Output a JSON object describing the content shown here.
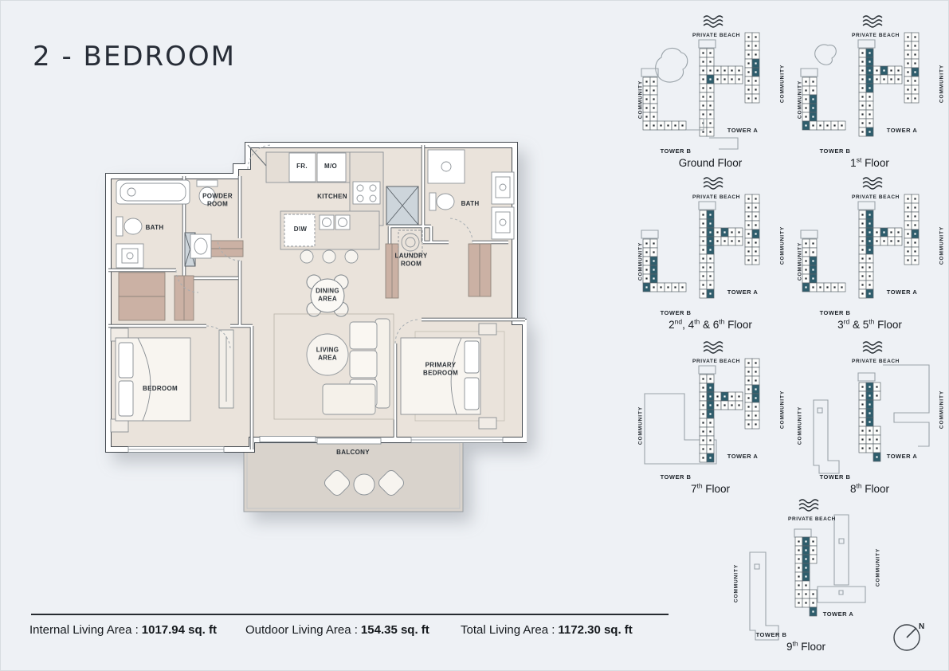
{
  "page": {
    "title": "2 - BEDROOM",
    "colors": {
      "background": "#eef1f5",
      "accent_teal": "#2e5d6c",
      "floor": "#eae3db",
      "balcony_floor": "#d9d3cc",
      "closet": "#cbb1a4",
      "wall_line": "#464c52"
    }
  },
  "floor_plan": {
    "labels": {
      "bath_left": "BATH",
      "powder_room": "POWDER\nROOM",
      "kitchen": "KITCHEN",
      "fridge": "FR.",
      "micro_oven": "M/O",
      "dishwasher": "D\\W",
      "laundry_room": "LAUNDRY\nROOM",
      "bath_right": "BATH",
      "dining_area": "DINING\nAREA",
      "living_area": "LIVING\nAREA",
      "bedroom": "BEDROOM",
      "primary_bedroom": "PRIMARY\nBEDROOM",
      "balcony": "BALCONY"
    }
  },
  "key_plans": {
    "shared_labels": {
      "private_beach": "PRIVATE BEACH",
      "community": "COMMUNITY",
      "tower_a": "TOWER A",
      "tower_b": "TOWER B"
    },
    "floors": [
      {
        "id": "ground",
        "variant": "ground",
        "label_parts": [
          {
            "t": "Ground Floor",
            "sup": false
          }
        ]
      },
      {
        "id": "first",
        "variant": "first",
        "label_parts": [
          {
            "t": "1",
            "sup": false
          },
          {
            "t": "st",
            "sup": true
          },
          {
            "t": " Floor",
            "sup": false
          }
        ]
      },
      {
        "id": "f246",
        "variant": "full",
        "label_parts": [
          {
            "t": "2",
            "sup": false
          },
          {
            "t": "nd",
            "sup": true
          },
          {
            "t": ", 4",
            "sup": false
          },
          {
            "t": "th",
            "sup": true
          },
          {
            "t": " & 6",
            "sup": false
          },
          {
            "t": "th",
            "sup": true
          },
          {
            "t": " Floor",
            "sup": false
          }
        ]
      },
      {
        "id": "f35",
        "variant": "full",
        "label_parts": [
          {
            "t": "3",
            "sup": false
          },
          {
            "t": "rd",
            "sup": true
          },
          {
            "t": " & 5",
            "sup": false
          },
          {
            "t": "th",
            "sup": true
          },
          {
            "t": " Floor",
            "sup": false
          }
        ]
      },
      {
        "id": "f7",
        "variant": "seventh",
        "label_parts": [
          {
            "t": "7",
            "sup": false
          },
          {
            "t": "th",
            "sup": true
          },
          {
            "t": " Floor",
            "sup": false
          }
        ]
      },
      {
        "id": "f8",
        "variant": "eighth",
        "label_parts": [
          {
            "t": "8",
            "sup": false
          },
          {
            "t": "th",
            "sup": true
          },
          {
            "t": " Floor",
            "sup": false
          }
        ]
      },
      {
        "id": "f9",
        "variant": "ninth",
        "label_parts": [
          {
            "t": "9",
            "sup": false
          },
          {
            "t": "th",
            "sup": true
          },
          {
            "t": " Floor",
            "sup": false
          }
        ]
      }
    ]
  },
  "summary": {
    "items": [
      {
        "label": "Internal Living Area :",
        "value": "1017.94 sq. ft"
      },
      {
        "label": "Outdoor Living Area :",
        "value": "154.35 sq. ft"
      },
      {
        "label": "Total Living Area :",
        "value": "1172.30 sq. ft"
      }
    ]
  },
  "compass": {
    "north_label": "N"
  }
}
